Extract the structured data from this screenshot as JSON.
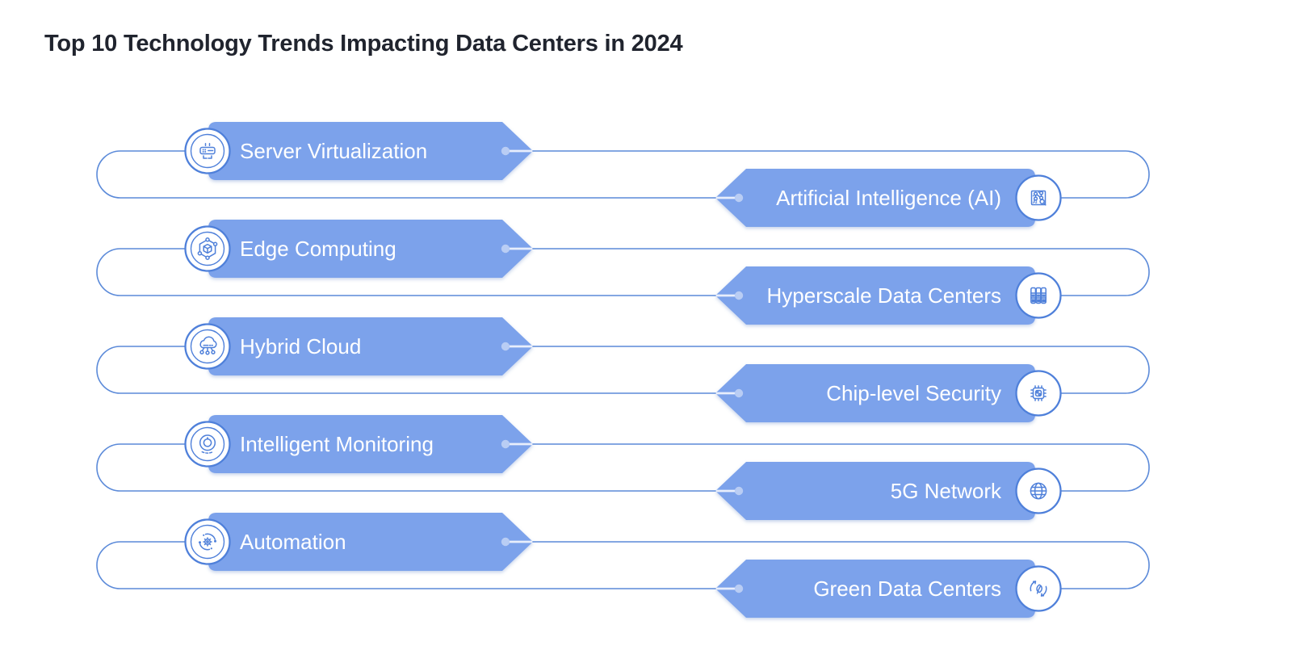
{
  "title": "Top 10 Technology Trends Impacting Data Centers in 2024",
  "colors": {
    "banner_fill": "#7ca2eb",
    "loop_line": "#5b8ad9",
    "icon_stroke": "#4f80da",
    "connector_dot": "#b9cdf4",
    "banner_text": "#ffffff",
    "title_text": "#20242e",
    "background": "#ffffff"
  },
  "icons": {
    "ai_badge": "AI"
  },
  "trends": [
    {
      "label": "Server Virtualization",
      "side": "left",
      "icon": "server-virtualization-icon"
    },
    {
      "label": "Artificial Intelligence (AI)",
      "side": "right",
      "icon": "artificial-intelligence-icon"
    },
    {
      "label": "Edge Computing",
      "side": "left",
      "icon": "edge-computing-icon"
    },
    {
      "label": "Hyperscale Data Centers",
      "side": "right",
      "icon": "hyperscale-data-centers-icon"
    },
    {
      "label": "Hybrid Cloud",
      "side": "left",
      "icon": "hybrid-cloud-icon"
    },
    {
      "label": "Chip-level Security",
      "side": "right",
      "icon": "chip-level-security-icon"
    },
    {
      "label": "Intelligent Monitoring",
      "side": "left",
      "icon": "intelligent-monitoring-icon"
    },
    {
      "label": "5G Network",
      "side": "right",
      "icon": "5g-network-icon"
    },
    {
      "label": "Automation",
      "side": "left",
      "icon": "automation-icon"
    },
    {
      "label": "Green Data Centers",
      "side": "right",
      "icon": "green-data-centers-icon"
    }
  ]
}
